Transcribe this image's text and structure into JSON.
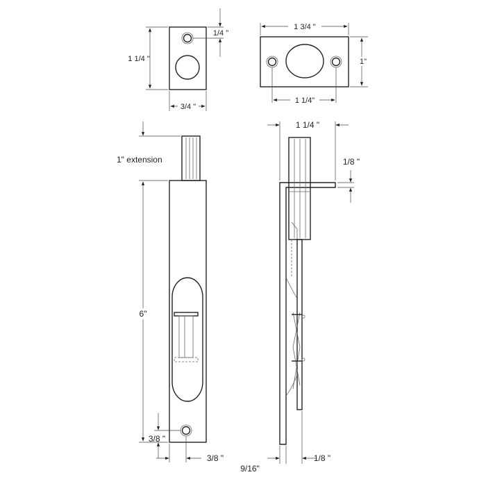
{
  "strike_plate": {
    "height": "1 1/4 \"",
    "width": "3/4 \"",
    "hole_offset": "1/4 \""
  },
  "dust_plate": {
    "width": "1 3/4 \"",
    "height": "1\"",
    "hole_spacing": "1 1/4\""
  },
  "front_view": {
    "extension": "1\" extension",
    "length": "6\"",
    "hole_from_bottom": "3/8 \"",
    "hole_from_side": "3/8 \""
  },
  "side_view": {
    "flange_width": "1 1/4 \"",
    "flange_thickness": "1/8 \"",
    "depth": "9/16\"",
    "rod_offset": "1/8 \""
  }
}
